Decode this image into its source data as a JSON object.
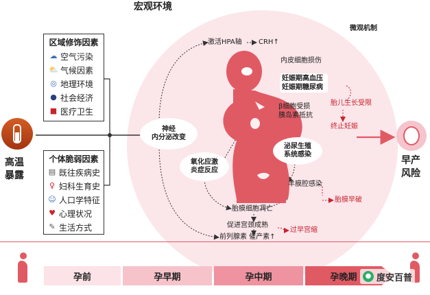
{
  "title": "宏观环境",
  "mechanism": "微观机制",
  "exposure": {
    "line1": "高温",
    "line2": "暴露"
  },
  "regional": {
    "title": "区域修饰因素",
    "items": [
      {
        "label": "空气污染",
        "icon": "cloud-icon"
      },
      {
        "label": "气候因素",
        "icon": "weather-icon"
      },
      {
        "label": "地理环境",
        "icon": "globe-icon"
      },
      {
        "label": "社会经济",
        "icon": "money-bag-icon"
      },
      {
        "label": "医疗卫生",
        "icon": "medical-kit-icon"
      }
    ]
  },
  "individual": {
    "title": "个体脆弱因素",
    "items": [
      {
        "label": "既往疾病史",
        "icon": "medical-record-icon"
      },
      {
        "label": "妇科生育史",
        "icon": "pregnancy-icon"
      },
      {
        "label": "人口学特征",
        "icon": "people-icon"
      },
      {
        "label": "心理状况",
        "icon": "heart-hands-icon"
      },
      {
        "label": "生活方式",
        "icon": "lifestyle-icon"
      }
    ]
  },
  "ovals": {
    "neuro": {
      "line1": "神经",
      "line2": "内分泌改变"
    },
    "oxidative": {
      "line1": "氧化应激",
      "line2": "炎症反应"
    },
    "urinary": {
      "line1": "泌尿生殖",
      "line2": "系统感染"
    }
  },
  "labels": {
    "hpa": "激活HPA轴",
    "crh": "CRH↑",
    "endothelial": "内皮细胞损伤",
    "gest_hyper": "妊娠期高血压",
    "gest_diab": "妊娠期糖尿病",
    "beta1": "β细胞受损",
    "beta2": "胰岛素抵抗",
    "fetal_growth": "胎儿生长受限",
    "termination": "终止妊娠",
    "amnion_infection": "羊膜腔感染",
    "membrane_rupture": "胎膜早破",
    "membrane_apoptosis": "胎膜细胞凋亡",
    "cervical": "促进宫颈成熟",
    "prostaglandin": "前列腺素 催产素↑",
    "contraction": "过早宫缩"
  },
  "outcome": {
    "line1": "早产",
    "line2": "风险"
  },
  "timeline": [
    "孕前",
    "孕早期",
    "孕中期",
    "孕晚期"
  ],
  "watermark": "度安百普",
  "colors": {
    "accent": "#e05a64",
    "dark_red": "#c8242f",
    "light_pink": "#fbe6ea"
  }
}
